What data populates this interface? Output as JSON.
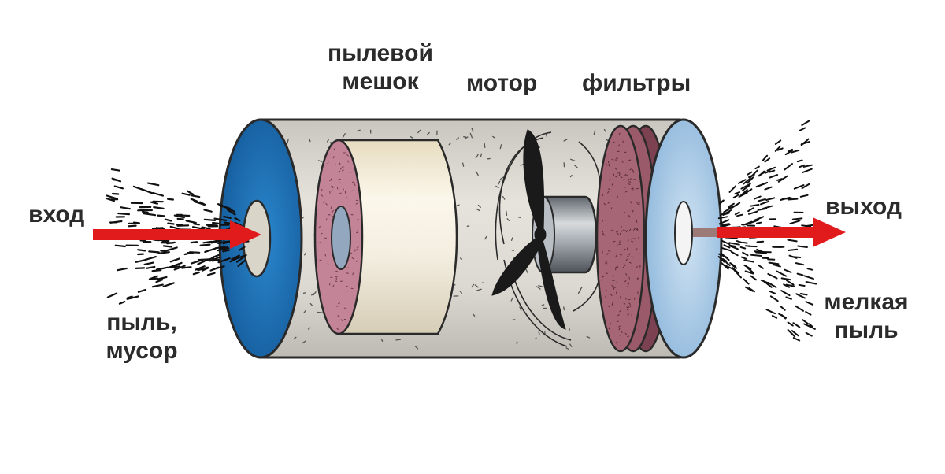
{
  "labels": {
    "dust_bag_line1": "пылевой",
    "dust_bag_line2": "мешок",
    "motor": "мотор",
    "filters": "фильтры",
    "inlet": "вход",
    "outlet": "выход",
    "dust_debris_line1": "пыль,",
    "dust_debris_line2": "мусор",
    "fine_dust_line1": "мелкая",
    "fine_dust_line2": "пыль"
  },
  "colors": {
    "inlet_cap": "#1b6db3",
    "outlet_cap": "#a9cbe6",
    "tube_body": "#dedbd4",
    "bag_disc": "#c28496",
    "bag_body": "#f2ecd8",
    "filter_disc": "#9b5a69",
    "motor_metal": "#8d949a",
    "fan_blade": "#1a1a1a",
    "arrow": "#e11b1b"
  }
}
